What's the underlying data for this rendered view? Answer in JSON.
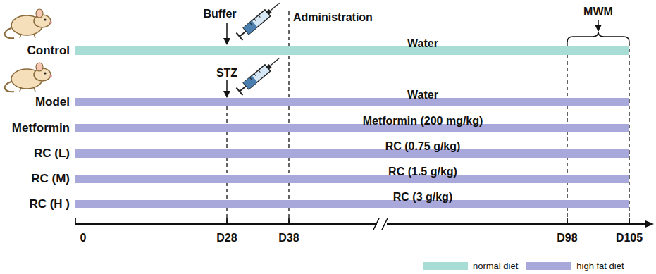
{
  "diagram": {
    "nodes": [
      {
        "text": [
          "Control",
          "Water"
        ]
      },
      {
        "text": [
          "Model",
          "Water"
        ]
      },
      {
        "text": [
          "Metformin",
          "Metformin (200 mg/kg)"
        ]
      },
      {
        "text": [
          "RC (L)",
          "RC (0.75 g/kg)"
        ]
      },
      {
        "text": [
          "RC (M)",
          "RC (1.5 g/kg)"
        ]
      },
      {
        "text": [
          "RC (H )",
          "RC (3 g/kg)"
        ]
      }
    ],
    "edges": [],
    "labels": [
      "Buffer",
      "Administration",
      "MWM",
      "STZ",
      "0",
      "D28",
      "D38",
      "D98",
      "D105"
    ],
    "legend": [
      {
        "text": "normal diet",
        "color": "#a8ddd5"
      },
      {
        "text": "high fat diet",
        "color": "#a9a8da"
      }
    ]
  }
}
